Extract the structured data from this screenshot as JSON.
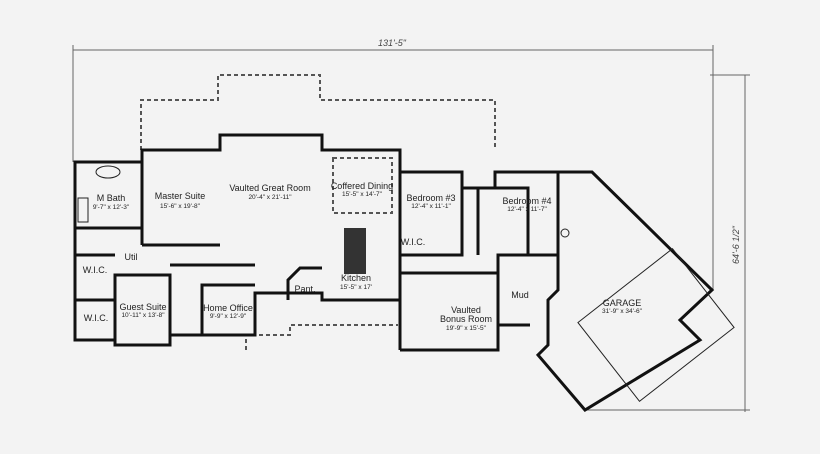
{
  "dimensions": {
    "overall_width": "131'-5\"",
    "overall_depth": "64'-6 1/2\""
  },
  "rooms": [
    {
      "id": "m-bath",
      "name": "M Bath",
      "size": "9'-7\" x 12'-3\""
    },
    {
      "id": "master-suite",
      "name": "Master Suite",
      "size": "15'-6\" x 19'-8\""
    },
    {
      "id": "great-room",
      "name": "Vaulted Great Room",
      "size": "20'-4\" x 21'-11\""
    },
    {
      "id": "coffered-dining",
      "name": "Coffered Dining",
      "size": "15'-5\" x 14'-7\""
    },
    {
      "id": "kitchen",
      "name": "Kitchen",
      "size": "15'-5\" x 17'"
    },
    {
      "id": "pantry",
      "name": "Pant.",
      "size": ""
    },
    {
      "id": "bedroom-3",
      "name": "Bedroom #3",
      "size": "12'-4\" x 11'-1\""
    },
    {
      "id": "bedroom-4",
      "name": "Bedroom #4",
      "size": "12'-4\" x 11'-7\""
    },
    {
      "id": "wic-bed3",
      "name": "W.I.C.",
      "size": ""
    },
    {
      "id": "mud",
      "name": "Mud",
      "size": ""
    },
    {
      "id": "bonus-room",
      "name": "Vaulted",
      "name2": "Bonus Room",
      "size": "19'-9\" x 15'-5\""
    },
    {
      "id": "garage",
      "name": "GARAGE",
      "size": "31'-9\" x 34'-6\""
    },
    {
      "id": "guest-suite",
      "name": "Guest Suite",
      "size": "10'-11\" x 13'-8\""
    },
    {
      "id": "home-office",
      "name": "Home Office",
      "size": "9'-9\" x 12'-9\""
    },
    {
      "id": "wic-master",
      "name": "W.I.C.",
      "size": ""
    },
    {
      "id": "wic-guest",
      "name": "W.I.C.",
      "size": ""
    },
    {
      "id": "utility",
      "name": "Util",
      "size": ""
    }
  ]
}
